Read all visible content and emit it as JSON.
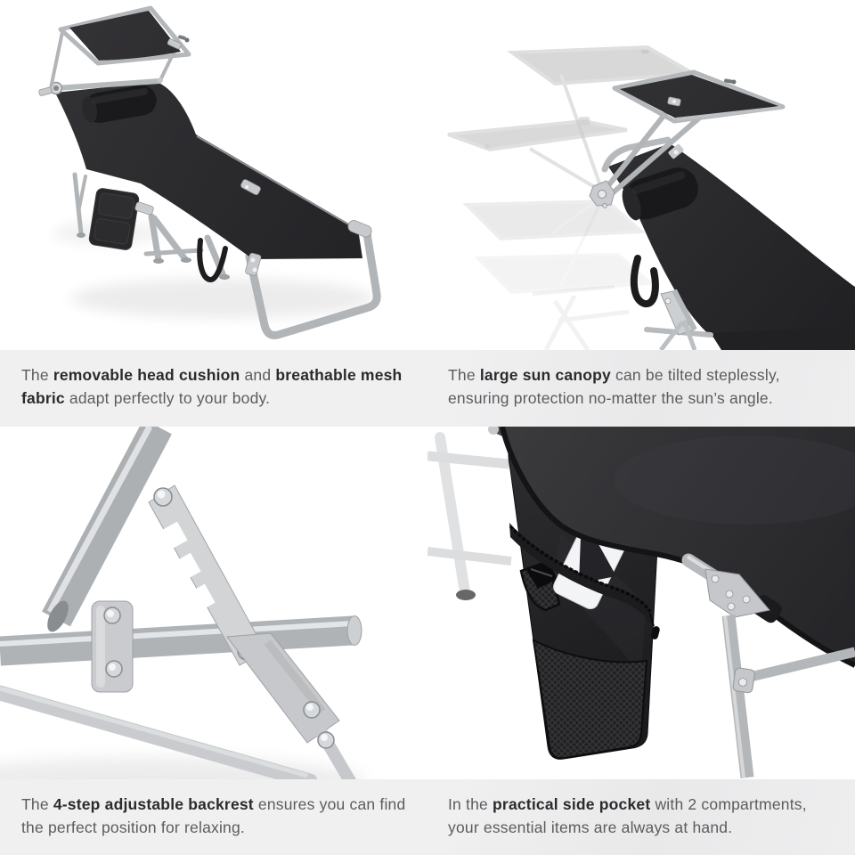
{
  "colors": {
    "page_background": "#ffffff",
    "caption_band_background": "#efeff0",
    "caption_text": "#5c5c5e",
    "caption_bold_text": "#2b2b2d",
    "lounger_fabric": "#29292c",
    "head_cushion": "#1a1a1d",
    "frame_silver": "#b7babd",
    "ghost_canopy_gray": "#bcbcbc"
  },
  "panels": [
    {
      "name": "lounger-overview",
      "caption": {
        "lines": [
          {
            "segments": [
              {
                "text": "The ",
                "bold": false
              },
              {
                "text": "removable head cushion",
                "bold": true
              },
              {
                "text": " and ",
                "bold": false
              },
              {
                "text": "breathable mesh",
                "bold": true
              }
            ]
          },
          {
            "segments": [
              {
                "text": "fabric",
                "bold": true
              },
              {
                "text": " adapt perfectly to your body.",
                "bold": false
              }
            ]
          }
        ]
      }
    },
    {
      "name": "canopy-tilt",
      "caption": {
        "lines": [
          {
            "segments": [
              {
                "text": "The ",
                "bold": false
              },
              {
                "text": "large sun canopy",
                "bold": true
              },
              {
                "text": " can be tilted steplessly,",
                "bold": false
              }
            ]
          },
          {
            "segments": [
              {
                "text": "ensuring protection no-matter the sun’s angle.",
                "bold": false
              }
            ]
          }
        ]
      }
    },
    {
      "name": "backrest-mechanism",
      "caption": {
        "lines": [
          {
            "segments": [
              {
                "text": "The ",
                "bold": false
              },
              {
                "text": "4-step adjustable backrest",
                "bold": true
              },
              {
                "text": " ensures you can find",
                "bold": false
              }
            ]
          },
          {
            "segments": [
              {
                "text": "the perfect position for relaxing.",
                "bold": false
              }
            ]
          }
        ]
      }
    },
    {
      "name": "side-pocket",
      "caption": {
        "lines": [
          {
            "segments": [
              {
                "text": "In the ",
                "bold": false
              },
              {
                "text": "practical side pocket",
                "bold": true
              },
              {
                "text": " with 2 compartments,",
                "bold": false
              }
            ]
          },
          {
            "segments": [
              {
                "text": "your essential items are always at hand.",
                "bold": false
              }
            ]
          }
        ]
      }
    }
  ]
}
